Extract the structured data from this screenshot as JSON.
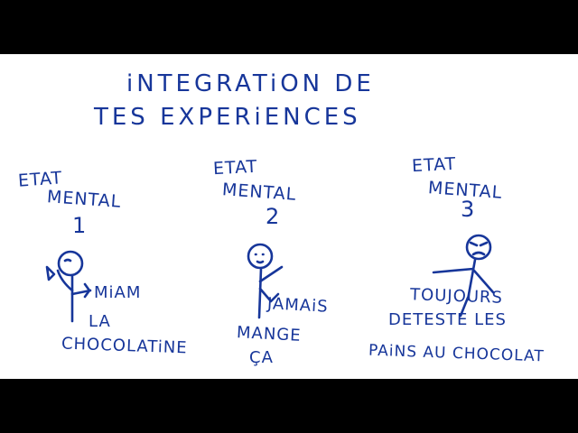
{
  "title": {
    "line1": "iNTEGRATiON DE",
    "line2": "TES  EXPERiENCES"
  },
  "states": [
    {
      "label1": "ETAT",
      "label2": "MENTAL",
      "number": "1",
      "note_lines": [
        "MiAM",
        "LA",
        "CHOCOLATiNE"
      ]
    },
    {
      "label1": "ETAT",
      "label2": "MENTAL",
      "number": "2",
      "note_lines": [
        "JAMAiS",
        "MANGE",
        "ÇA"
      ]
    },
    {
      "label1": "ETAT",
      "label2": "MENTAL",
      "number": "3",
      "note_lines": [
        "TOUJOURS",
        "DETESTE LES",
        "PAiNS AU CHOCOLAT"
      ]
    }
  ],
  "colors": {
    "ink": "#17369a",
    "board": "#ffffff",
    "letterbox": "#000000"
  }
}
